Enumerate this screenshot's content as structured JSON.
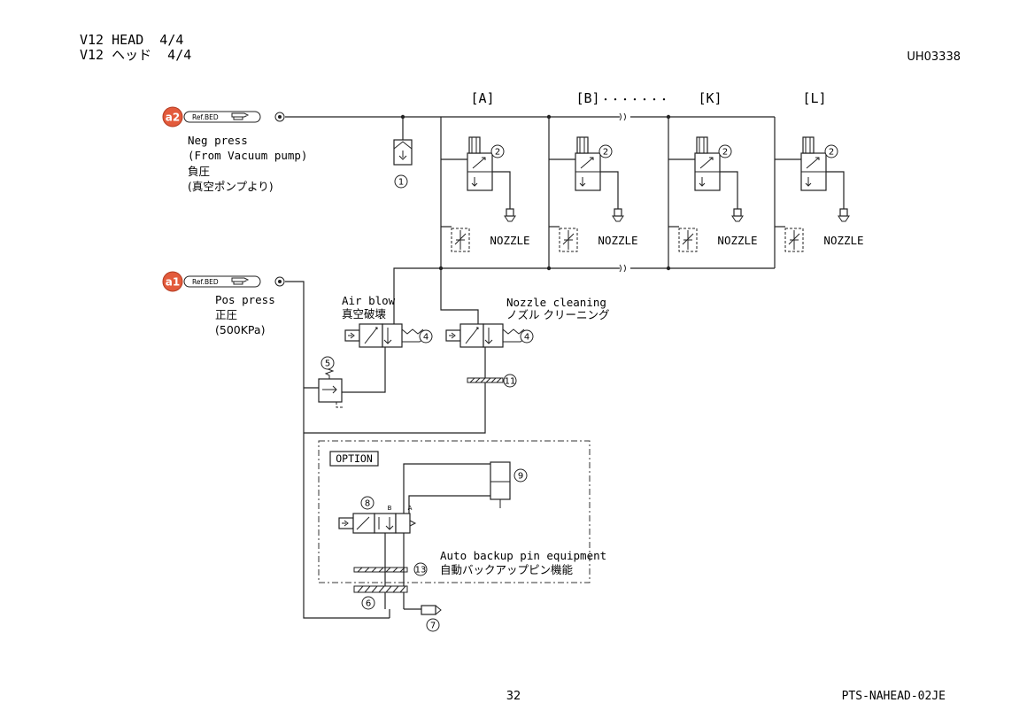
{
  "header": {
    "title_en": "V12 HEAD  4/4",
    "title_jp": "V12 ヘッド  4/4",
    "doc_code": "UH03338"
  },
  "ports": {
    "a2": {
      "label": "a2",
      "ref": "Ref.BED",
      "name_en": "Neg press",
      "source_en": "(From Vacuum pump)",
      "name_jp": "負圧",
      "source_jp": "(真空ポンプより)"
    },
    "a1": {
      "label": "a1",
      "ref": "Ref.BED",
      "name_en": "Pos press",
      "name_jp": "正圧",
      "pressure": "(500KPa)"
    }
  },
  "nozzle_columns": [
    {
      "label": "[A]",
      "nozzle": "NOZZLE"
    },
    {
      "label": "[B]",
      "nozzle": "NOZZLE"
    },
    {
      "label": "[K]",
      "nozzle": "NOZZLE"
    },
    {
      "label": "[L]",
      "nozzle": "NOZZLE"
    }
  ],
  "column_ellipsis": "・・・・・・・",
  "part_numbers": {
    "filter": "1",
    "nozzle_valve": "2",
    "solenoid_valve": "4",
    "regulator": "5",
    "manifold": "6",
    "silencer": "7",
    "option_valve": "8",
    "cylinder": "9",
    "restrictor": "11",
    "option_manifold": "13"
  },
  "labels": {
    "air_blow_en": "Air blow",
    "air_blow_jp": "真空破壊",
    "nozzle_cleaning_en": "Nozzle cleaning",
    "nozzle_cleaning_jp": "ノズル クリーニング",
    "option": "OPTION",
    "auto_backup_en": "Auto backup pin equipment",
    "auto_backup_jp": "自動バックアップピン機能",
    "port_b": "B",
    "port_a": "A"
  },
  "footer": {
    "page_number": "32",
    "doc_id": "PTS-NAHEAD-02JE"
  }
}
